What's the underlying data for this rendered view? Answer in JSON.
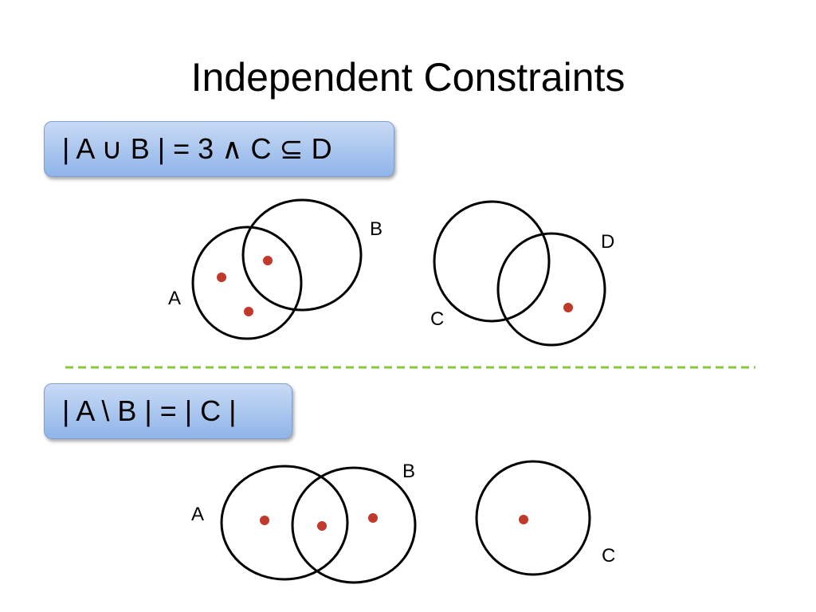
{
  "title": "Independent Constraints",
  "constraints": [
    {
      "formula": "| A ∪ B | = 3  ∧  C ⊆ D"
    },
    {
      "formula": "| A \\ B | = | C |"
    }
  ],
  "diagram1": {
    "labels": {
      "a": "A",
      "b": "B",
      "c": "C",
      "d": "D"
    }
  },
  "diagram2": {
    "labels": {
      "a": "A",
      "b": "B",
      "c": "C"
    }
  },
  "colors": {
    "point": "#c0392b",
    "separator": "#8ec63f",
    "box_border": "#7f9fcd",
    "box_fill": "#a8c5ee"
  }
}
